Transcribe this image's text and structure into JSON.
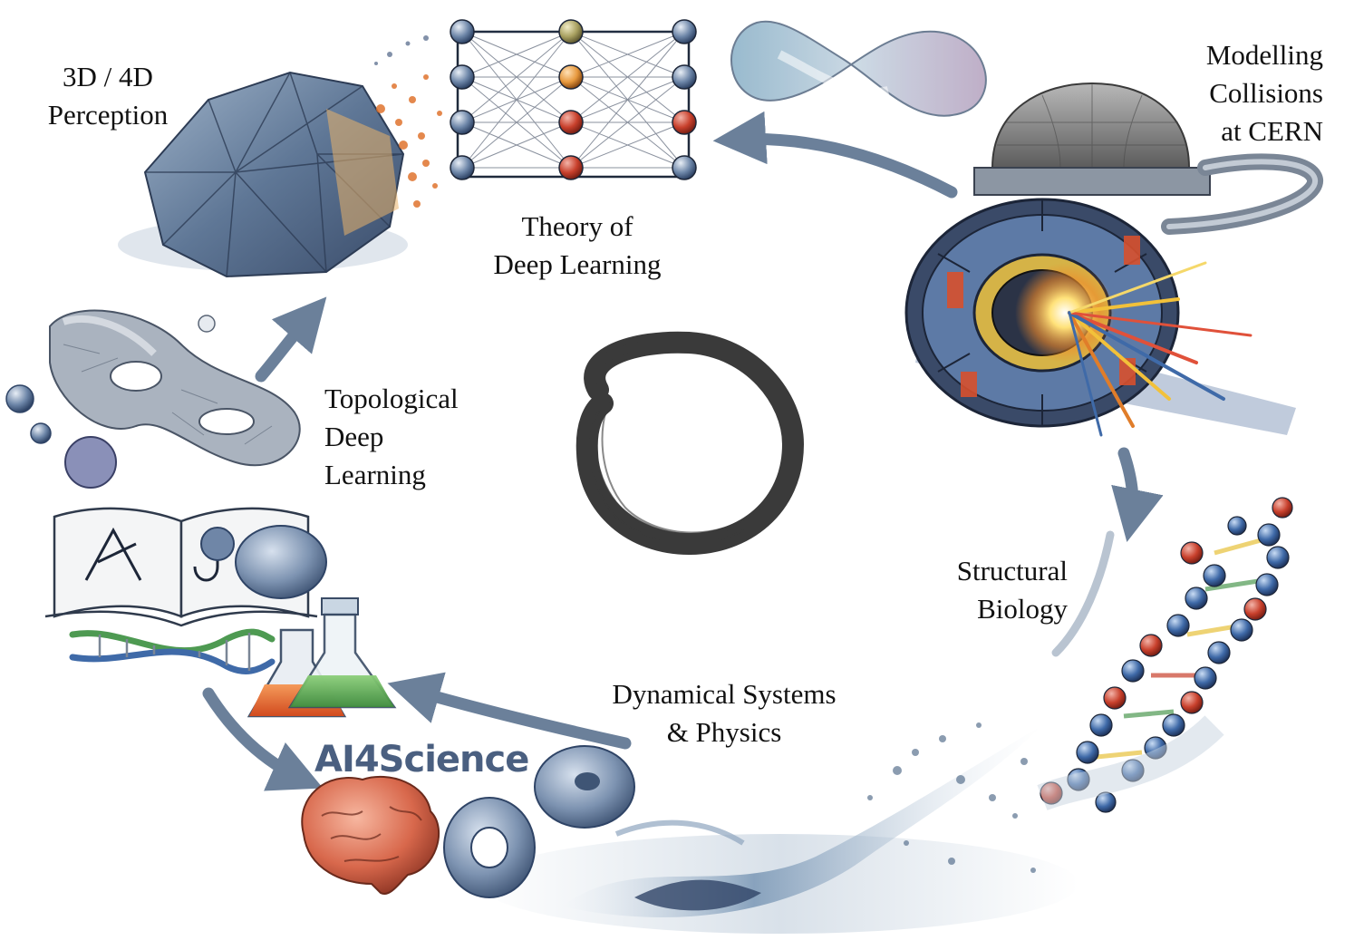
{
  "labels": {
    "perception": [
      "3D / 4D",
      "Perception"
    ],
    "theory": [
      "Theory of",
      "Deep Learning"
    ],
    "cern": [
      "Modelling",
      "Collisions",
      "at CERN"
    ],
    "topological": [
      "Topological",
      "Deep",
      "Learning"
    ],
    "structural": [
      "Structural",
      "Biology"
    ],
    "dynamical": [
      "Dynamical Systems",
      "& Physics"
    ],
    "ai4science": "AI4Science"
  },
  "colors": {
    "arrow": "#5b7390",
    "enso": "#3a3a3a",
    "text": "#111111",
    "ai4science": "#4a5f80",
    "accent_red": "#c8402c",
    "accent_orange": "#e27a2e",
    "accent_blue": "#3f6aa8",
    "accent_green": "#4e9a52"
  },
  "icons": [
    "polyhedral-mesh-icon",
    "neural-network-icon",
    "infinity-ribbon-icon",
    "particle-detector-icon",
    "dna-helix-icon",
    "water-splash-icon",
    "torus-icon",
    "brain-icon",
    "flask-icon",
    "book-icon",
    "topological-surface-icon",
    "enso-circle-icon"
  ]
}
